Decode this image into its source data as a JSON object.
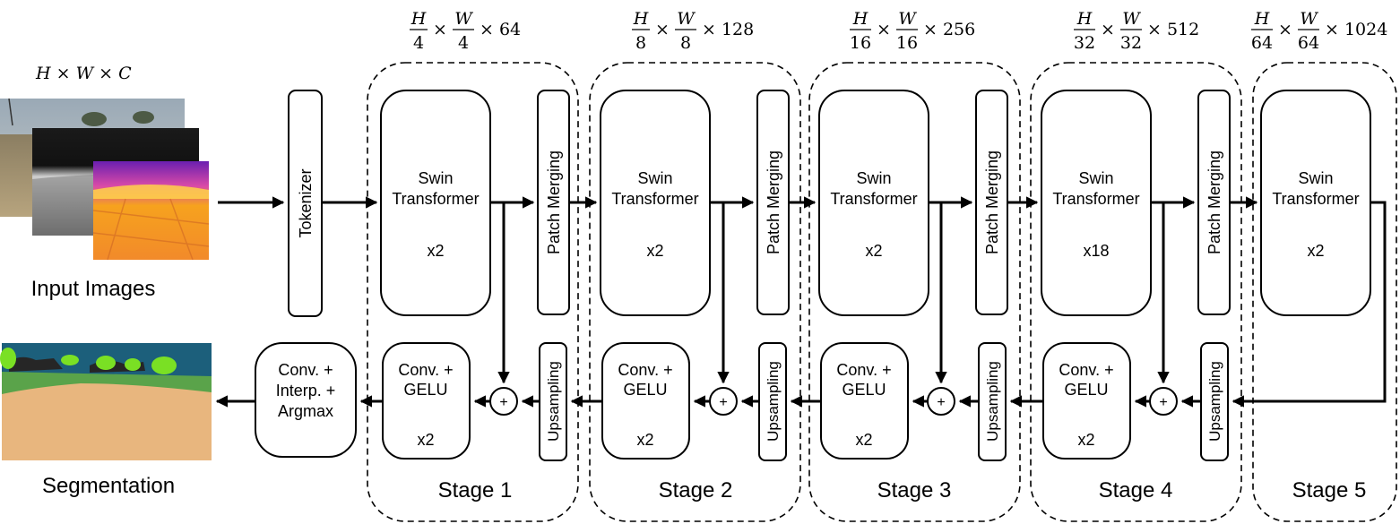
{
  "input": {
    "dims": "H × W × C",
    "label": "Input Images"
  },
  "output": {
    "label": "Segmentation"
  },
  "tokenizer": {
    "label": "Tokenizer"
  },
  "head": {
    "line1": "Conv.  +",
    "line2": "Interp. +",
    "line3": "Argmax"
  },
  "stages": [
    {
      "name": "Stage 1",
      "dim_h": "H",
      "dim_hd": "4",
      "dim_w": "W",
      "dim_wd": "4",
      "dim_c": "× 64",
      "swin1": "Swin",
      "swin2": "Transformer",
      "swin_rep": "x2",
      "merge": "Patch Merging",
      "up": "Upsampling",
      "conv1": "Conv. +",
      "conv2": "GELU",
      "conv_rep": "x2"
    },
    {
      "name": "Stage 2",
      "dim_h": "H",
      "dim_hd": "8",
      "dim_w": "W",
      "dim_wd": "8",
      "dim_c": "× 128",
      "swin1": "Swin",
      "swin2": "Transformer",
      "swin_rep": "x2",
      "merge": "Patch Merging",
      "up": "Upsampling",
      "conv1": "Conv. +",
      "conv2": "GELU",
      "conv_rep": "x2"
    },
    {
      "name": "Stage 3",
      "dim_h": "H",
      "dim_hd": "16",
      "dim_w": "W",
      "dim_wd": "16",
      "dim_c": "× 256",
      "swin1": "Swin",
      "swin2": "Transformer",
      "swin_rep": "x2",
      "merge": "Patch Merging",
      "up": "Upsampling",
      "conv1": "Conv. +",
      "conv2": "GELU",
      "conv_rep": "x2"
    },
    {
      "name": "Stage 4",
      "dim_h": "H",
      "dim_hd": "32",
      "dim_w": "W",
      "dim_wd": "32",
      "dim_c": "× 512",
      "swin1": "Swin",
      "swin2": "Transformer",
      "swin_rep": "x18",
      "merge": "Patch Merging",
      "up": "Upsampling",
      "conv1": "Conv. +",
      "conv2": "GELU",
      "conv_rep": "x2"
    },
    {
      "name": "Stage 5",
      "dim_h": "H",
      "dim_hd": "64",
      "dim_w": "W",
      "dim_wd": "64",
      "dim_c": "× 1024",
      "swin1": "Swin",
      "swin2": "Transformer",
      "swin_rep": "x2"
    }
  ],
  "sum_symbol": "+",
  "times": "×"
}
